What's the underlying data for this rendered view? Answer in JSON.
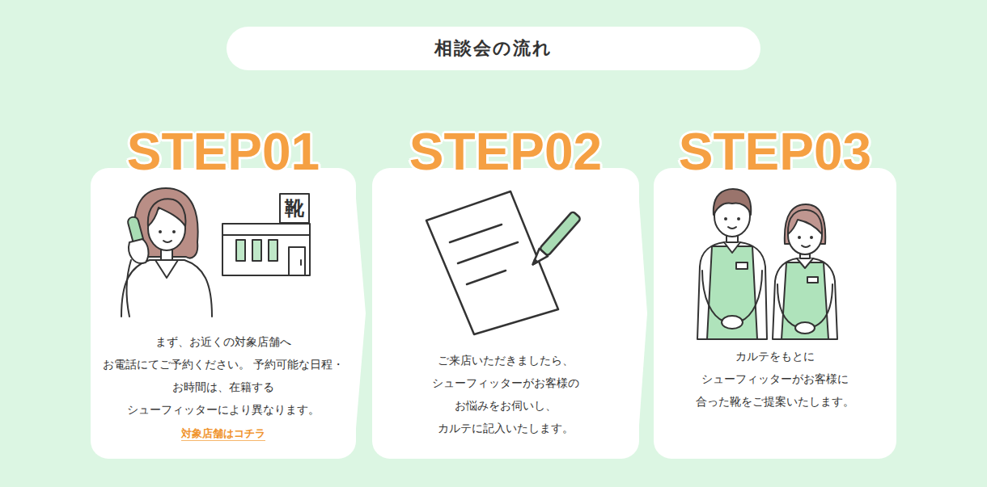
{
  "diagram": {
    "title": "相談会の流れ",
    "nodes": [
      {
        "text": [
          "STEP01",
          "まず、お近くの対象店舗へ お電話にてご予約ください。 予約可能な日程・お時間は、在籍する シューフィッターにより異なります。",
          "対象店舗はコチラ"
        ]
      },
      {
        "text": [
          "STEP02",
          "ご来店いただきましたら、 シューフィッターがお客様の お悩みをお伺いし、 カルテに記入いたします。"
        ]
      },
      {
        "text": [
          "STEP03",
          "カルテをもとに シューフィッターがお客様に 合った靴をご提案いたします。"
        ]
      }
    ],
    "edges": [
      {
        "from": 0,
        "to": 1,
        "arrow": "to"
      },
      {
        "from": 1,
        "to": 2,
        "arrow": "to"
      }
    ],
    "labels": [
      "靴"
    ]
  }
}
